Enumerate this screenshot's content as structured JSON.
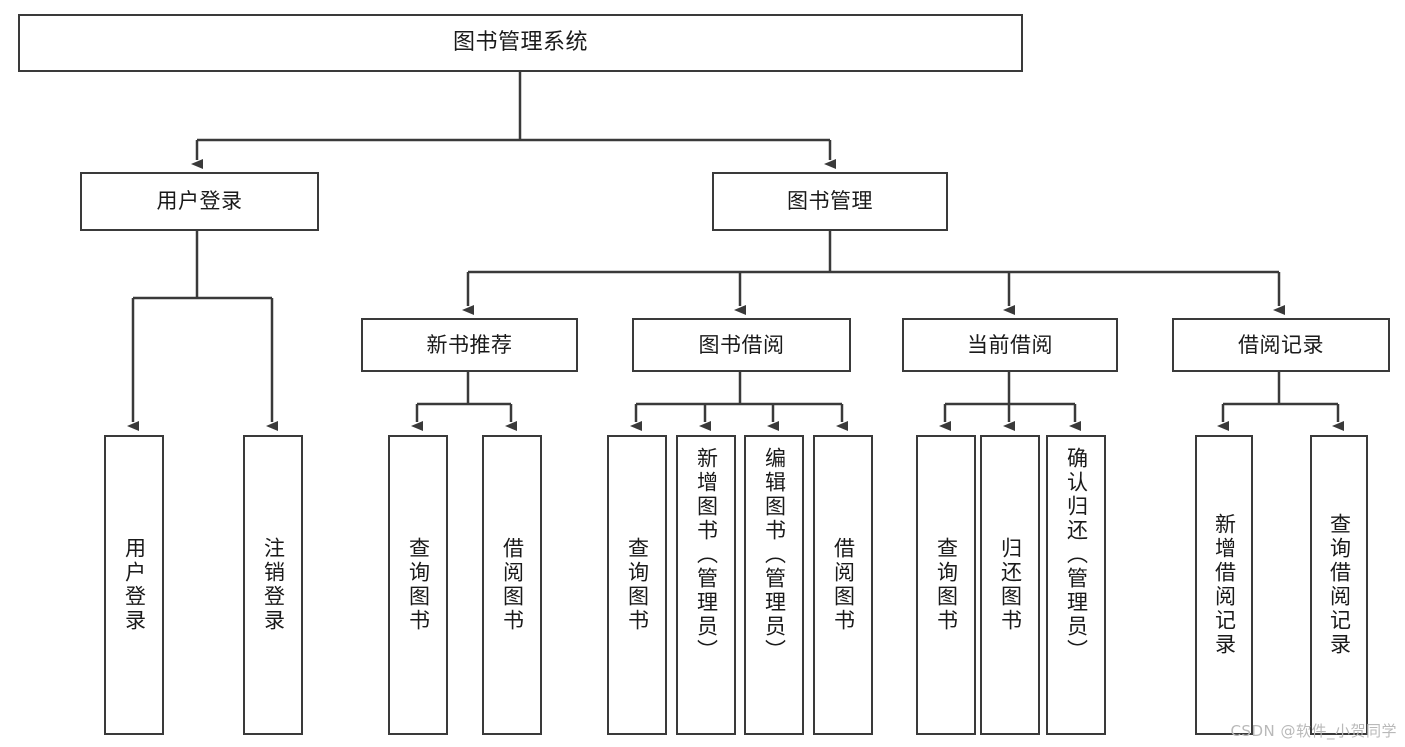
{
  "diagram": {
    "title": "图书管理系统",
    "type": "tree",
    "watermark": "CSDN @软件_小贺同学",
    "colors": {
      "box_border": "#3a3a3a",
      "box_fill": "#ffffff",
      "edge": "#3a3a3a",
      "text": "#1a1a1a",
      "watermark": "#b9b9b9",
      "background": "#ffffff"
    },
    "root": {
      "label": "图书管理系统"
    },
    "level1": [
      {
        "label": "用户登录"
      },
      {
        "label": "图书管理"
      }
    ],
    "level2": [
      {
        "label": "新书推荐"
      },
      {
        "label": "图书借阅"
      },
      {
        "label": "当前借阅"
      },
      {
        "label": "借阅记录"
      }
    ],
    "leaves": {
      "user_login": [
        {
          "label": "用户登录"
        },
        {
          "label": "注销登录"
        }
      ],
      "new_book_recommend": [
        {
          "label": "查询图书"
        },
        {
          "label": "借阅图书"
        }
      ],
      "book_borrow": [
        {
          "label": "查询图书"
        },
        {
          "label": "新增图书（管理员）"
        },
        {
          "label": "编辑图书（管理员）"
        },
        {
          "label": "借阅图书"
        }
      ],
      "current_borrow": [
        {
          "label": "查询图书"
        },
        {
          "label": "归还图书"
        },
        {
          "label": "确认归还（管理员）"
        }
      ],
      "borrow_records": [
        {
          "label": "新增借阅记录"
        },
        {
          "label": "查询借阅记录"
        }
      ]
    }
  }
}
